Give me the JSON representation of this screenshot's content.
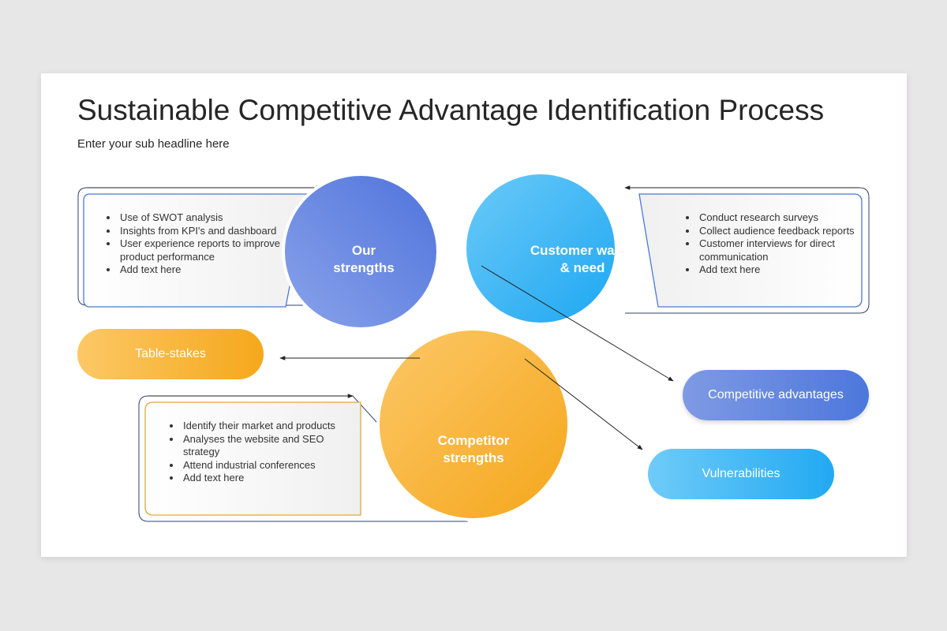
{
  "slide": {
    "title": "Sustainable Competitive Advantage Identification Process",
    "subtitle": "Enter your sub headline here"
  },
  "circles": {
    "our_strengths": "Our strengths",
    "customer_wants": "Customer wants & need",
    "competitor_strengths": "Competitor strengths"
  },
  "boxes": {
    "our_strengths": [
      "Use of SWOT analysis",
      "Insights from KPI's and dashboard",
      "User experience reports to improve product performance",
      "Add text here"
    ],
    "customer_wants": [
      "Conduct research surveys",
      "Collect audience feedback reports",
      "Customer interviews for direct communication",
      "Add text here"
    ],
    "competitor_strengths": [
      "Identify their market and products",
      "Analyses the website and SEO strategy",
      "Attend industrial conferences",
      "Add text here"
    ]
  },
  "outcomes": {
    "table_stakes": "Table-stakes",
    "competitive_advantages": "Competitive advantages",
    "vulnerabilities": "Vulnerabilities"
  },
  "colors": {
    "blue": "#5a7fdf",
    "light_blue": "#38b6f6",
    "orange": "#f8b02e",
    "overlap_blue": "#3a5fcf",
    "overlap_orange": "#cb8212",
    "overlap_cyan": "#1a93d7"
  }
}
